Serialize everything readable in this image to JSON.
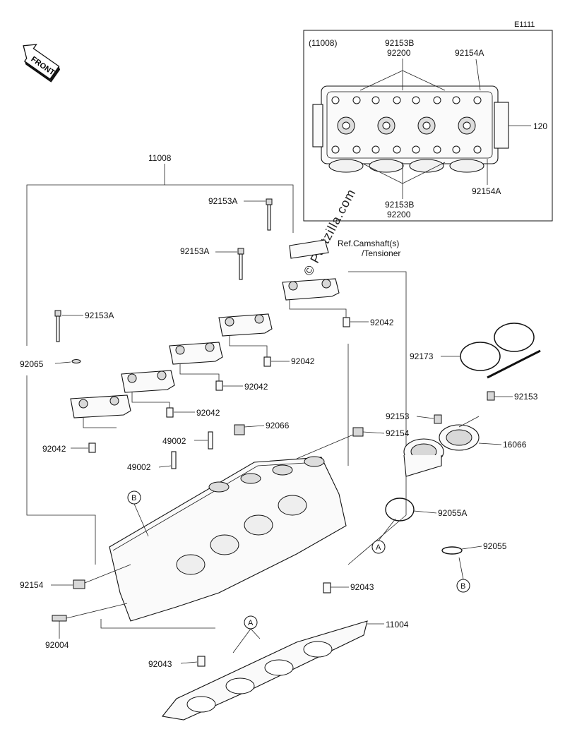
{
  "diagram_code": "E1111",
  "front_label": "FRONT",
  "watermark": "© Partzilla.com",
  "inset": {
    "group_label": "(11008)",
    "top_label_1": "92153B",
    "top_label_2": "92200",
    "top_right_label": "92154A",
    "right_label": "120",
    "bottom_right_label": "92154A",
    "bottom_label_1": "92153B",
    "bottom_label_2": "92200"
  },
  "parts": {
    "p11008": "11008",
    "p92153A_1": "92153A",
    "p92153A_2": "92153A",
    "p92153A_3": "92153A",
    "ref_camshaft": "Ref.Camshaft(s)",
    "ref_tensioner": "/Tensioner",
    "p92042_1": "92042",
    "p92042_2": "92042",
    "p92042_3": "92042",
    "p92042_4": "92042",
    "p92042_5": "92042",
    "p92065": "92065",
    "p92173": "92173",
    "p92153_1": "92153",
    "p92153_2": "92153",
    "p16066": "16066",
    "p92154_1": "92154",
    "p92154_2": "92154",
    "p92066": "92066",
    "p49002_1": "49002",
    "p49002_2": "49002",
    "p92055A": "92055A",
    "p92055": "92055",
    "p92043_1": "92043",
    "p92043_2": "92043",
    "p11004": "11004",
    "p92004": "92004"
  },
  "callouts": {
    "a1": "A",
    "a2": "A",
    "b1": "B",
    "b2": "B"
  }
}
